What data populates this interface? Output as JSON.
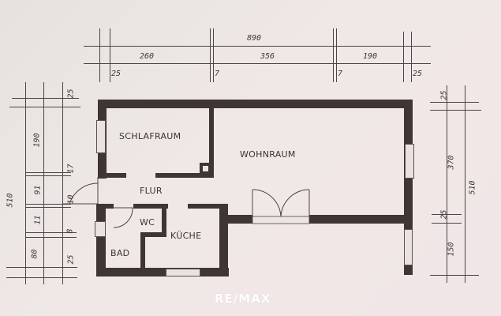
{
  "floorplan": {
    "rooms": {
      "schlafraum": "SCHLAFRAUM",
      "wohnraum": "WOHNRAUM",
      "flur": "FLUR",
      "wc": "WC",
      "kueche": "KÜCHE",
      "bad": "BAD"
    },
    "top_dimensions": {
      "total": "890",
      "segments": [
        "260",
        "356",
        "190"
      ],
      "walls": [
        "25",
        "7",
        "7",
        "25"
      ]
    },
    "left_dimensions": {
      "total": "510",
      "segments": [
        "190",
        "91",
        "11",
        "80"
      ],
      "walls": [
        "25",
        "17",
        "10",
        "8",
        "25"
      ]
    },
    "right_dimensions": {
      "total": "510",
      "segments": [
        "370",
        "150"
      ],
      "walls": [
        "25",
        "25"
      ]
    }
  },
  "branding": {
    "logo": "RE/MAX"
  },
  "colors": {
    "paper": "#ebe4e2",
    "wall": "#3f3533",
    "ink": "#4a4544",
    "logo": "#ffffff"
  }
}
